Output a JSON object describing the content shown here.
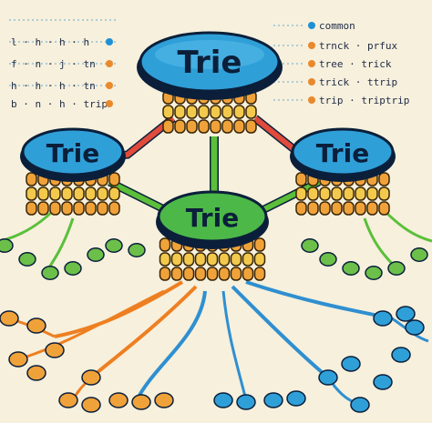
{
  "nodes": {
    "root": {
      "label": "Trie"
    },
    "left": {
      "label": "Trie"
    },
    "right": {
      "label": "Trie"
    },
    "center": {
      "label": "Trie"
    }
  },
  "legend_left": [
    {
      "text": "l · h · h · h",
      "dot_color": "#1e90d6"
    },
    {
      "text": "f · n · j · tn",
      "dot_color": "#e8892b"
    },
    {
      "text": "h · h · h · tn",
      "dot_color": "#e8892b"
    },
    {
      "text": "b · n · h · trip",
      "dot_color": "#e8892b"
    }
  ],
  "legend_right": [
    {
      "text": "common",
      "dot_color": "#1e90d6"
    },
    {
      "text": "trnck · prfux",
      "dot_color": "#e8892b"
    },
    {
      "text": "tree · trick",
      "dot_color": "#e8892b"
    },
    {
      "text": "trick · ttrip",
      "dot_color": "#e8892b"
    },
    {
      "text": "trip · triptrip",
      "dot_color": "#e8892b"
    }
  ],
  "colors": {
    "background": "#f6f0dd",
    "node_blue": "#2f9fd8",
    "node_green": "#4cb848",
    "chip_orange": "#f0a23a",
    "chip_yellow": "#f2c94c",
    "edge_red": "#e04b3c",
    "edge_green": "#5bbf3a",
    "edge_blue": "#2f8fd0",
    "edge_orange": "#ee7f21",
    "outline": "#0b1f3a"
  }
}
